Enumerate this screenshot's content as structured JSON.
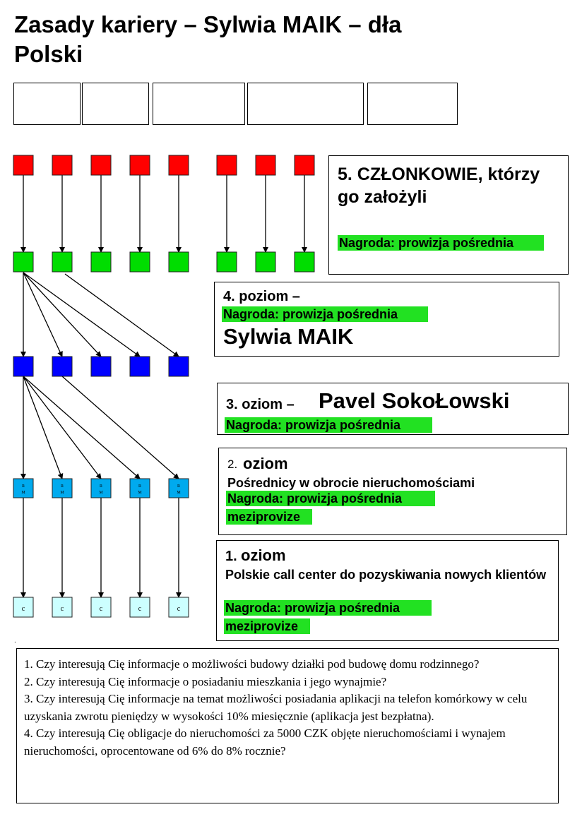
{
  "title": "Zasady kariery – Sylwia MAIK – dła Polski",
  "colors": {
    "level5": "#ff0000",
    "level4": "#00dd00",
    "level3": "#0000ff",
    "level2": "#00aaee",
    "level1": "#ccffff",
    "highlight": "#22e122"
  },
  "level5": {
    "heading": "5. CZŁONKOWIE, którzy go założyli",
    "reward": "Nagroda: prowizja pośrednia"
  },
  "level4": {
    "heading": "4. poziom –",
    "reward": "Nagroda: prowizja pośrednia",
    "name": "Sylwia MAIK"
  },
  "level3": {
    "prefix": "3. oziom  –",
    "name": "Pavel SokoŁowski",
    "reward": "Nagroda: prowizja pośrednia"
  },
  "level2": {
    "number": "2.",
    "word": "oziom",
    "description": "Pośrednicy w obrocie nieruchomościami",
    "reward": "Nagroda: prowizja pośrednia",
    "reward2": "meziprovize"
  },
  "level1": {
    "number": "1.",
    "word": "oziom",
    "description": "Polskie call center do pozyskiwania nowych klientów",
    "reward": "Nagroda: prowizja pośrednia",
    "reward2": "meziprovize"
  },
  "node_labels": {
    "level2": "R M",
    "level1": "c"
  },
  "dot": ".",
  "questions": [
    "1. Czy interesują Cię informacje o możliwości budowy działki pod budowę domu rodzinnego?",
    "2. Czy interesują Cię informacje o posiadaniu mieszkania i jego wynajmie?",
    "3. Czy interesują Cię informacje na temat możliwości posiadania aplikacji na telefon komórkowy w celu uzyskania zwrotu pieniędzy w wysokości 10% miesięcznie (aplikacja jest bezpłatna).",
    "4. Czy interesują Cię obligacje do nieruchomości za 5000 CZK objęte nieruchomościami i wynajem nieruchomości, oprocentowane od 6% do 8% rocznie?"
  ]
}
